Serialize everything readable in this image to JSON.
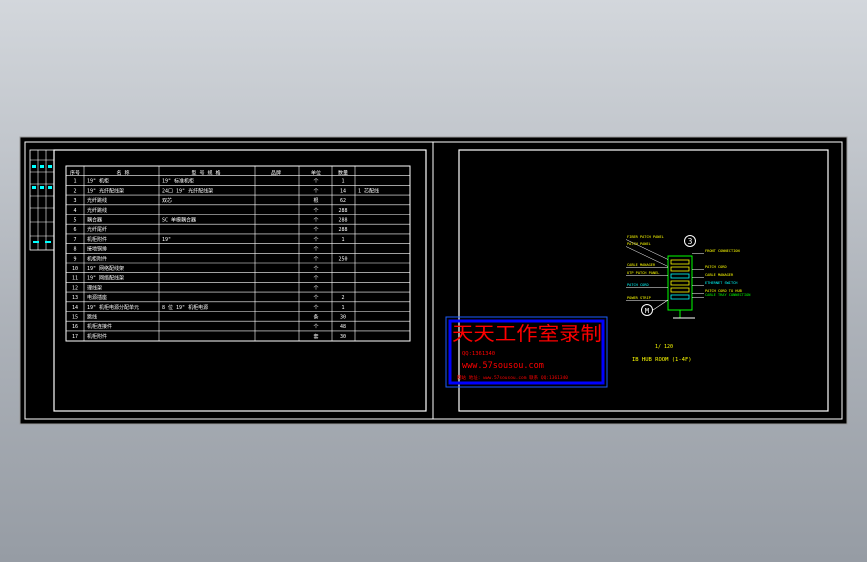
{
  "colors": {
    "sheet": "#000000",
    "line": "#ffffff",
    "cyan": "#00ffff",
    "yellow": "#ffff00",
    "green": "#00ff00",
    "watermark_red": "#ff0000",
    "watermark_blue": "#0000ff"
  },
  "table": {
    "headers": [
      "序号",
      "名  称",
      "型 号 规 格",
      "品牌",
      "单位",
      "数量"
    ],
    "rows": [
      {
        "no": "1",
        "name": "19\" 机柜",
        "spec": "19\" 标准机柜",
        "unit": "个",
        "qty": "1",
        "note": ""
      },
      {
        "no": "2",
        "name": "19\" 光纤配线架",
        "spec": "24口 19\" 光纤配线架",
        "unit": "个",
        "qty": "14",
        "note": "1 芯配线"
      },
      {
        "no": "3",
        "name": "光纤跳线",
        "spec": "双芯",
        "unit": "根",
        "qty": "62",
        "note": ""
      },
      {
        "no": "4",
        "name": "光纤跳线",
        "spec": "",
        "unit": "个",
        "qty": "288",
        "note": ""
      },
      {
        "no": "5",
        "name": "耦合器",
        "spec": "SC 单模耦合器",
        "unit": "个",
        "qty": "288",
        "note": ""
      },
      {
        "no": "6",
        "name": "光纤尾纤",
        "spec": "",
        "unit": "个",
        "qty": "288",
        "note": ""
      },
      {
        "no": "7",
        "name": "机柜附件",
        "spec": "19\"",
        "unit": "个",
        "qty": "1",
        "note": ""
      },
      {
        "no": "8",
        "name": "接地铜排",
        "spec": "",
        "unit": "个",
        "qty": "",
        "note": ""
      },
      {
        "no": "9",
        "name": "机柜附件",
        "spec": "",
        "unit": "个",
        "qty": "250",
        "note": ""
      },
      {
        "no": "10",
        "name": "19\" 网络配线架",
        "spec": "",
        "unit": "个",
        "qty": "",
        "note": ""
      },
      {
        "no": "11",
        "name": "19\" 网络配线架",
        "spec": "",
        "unit": "个",
        "qty": "",
        "note": ""
      },
      {
        "no": "12",
        "name": "理线架",
        "spec": "",
        "unit": "个",
        "qty": "",
        "note": ""
      },
      {
        "no": "13",
        "name": "电源插座",
        "spec": "",
        "unit": "个",
        "qty": "2",
        "note": ""
      },
      {
        "no": "14",
        "name": "19\" 机柜电源分配单元",
        "spec": "8 位 19\" 机柜电源",
        "unit": "个",
        "qty": "1",
        "note": ""
      },
      {
        "no": "15",
        "name": "跳线",
        "spec": "",
        "unit": "条",
        "qty": "30",
        "note": ""
      },
      {
        "no": "16",
        "name": "机柜连接件",
        "spec": "",
        "unit": "个",
        "qty": "48",
        "note": ""
      },
      {
        "no": "17",
        "name": "机柜附件",
        "spec": "",
        "unit": "套",
        "qty": "30",
        "note": ""
      }
    ]
  },
  "diagram": {
    "labels_left": [
      "FIBER PATCH PANEL",
      "PATCH PANEL",
      "CABLE MANAGER",
      "UTP PATCH PANEL",
      "PATCH CORD",
      "POWER STRIP"
    ],
    "labels_right": [
      "FRONT CONNECTION",
      "PATCH CORD",
      "CABLE MANAGER",
      "ETHERNET SWITCH",
      "PATCH CORD TO HUB",
      "CABLE TRAY CONNECTION"
    ],
    "balloon_top": "3",
    "balloon_bottom": "M",
    "scale_caption": "1/ 120",
    "title": "IB HUB ROOM (1-4F)"
  },
  "watermark": {
    "title": "天天工作室录制",
    "qq": "QQ:1361340",
    "url": "www.57sousou.com",
    "footer": "网站 地址: www.57sousou.com  联系 QQ:1361340"
  }
}
